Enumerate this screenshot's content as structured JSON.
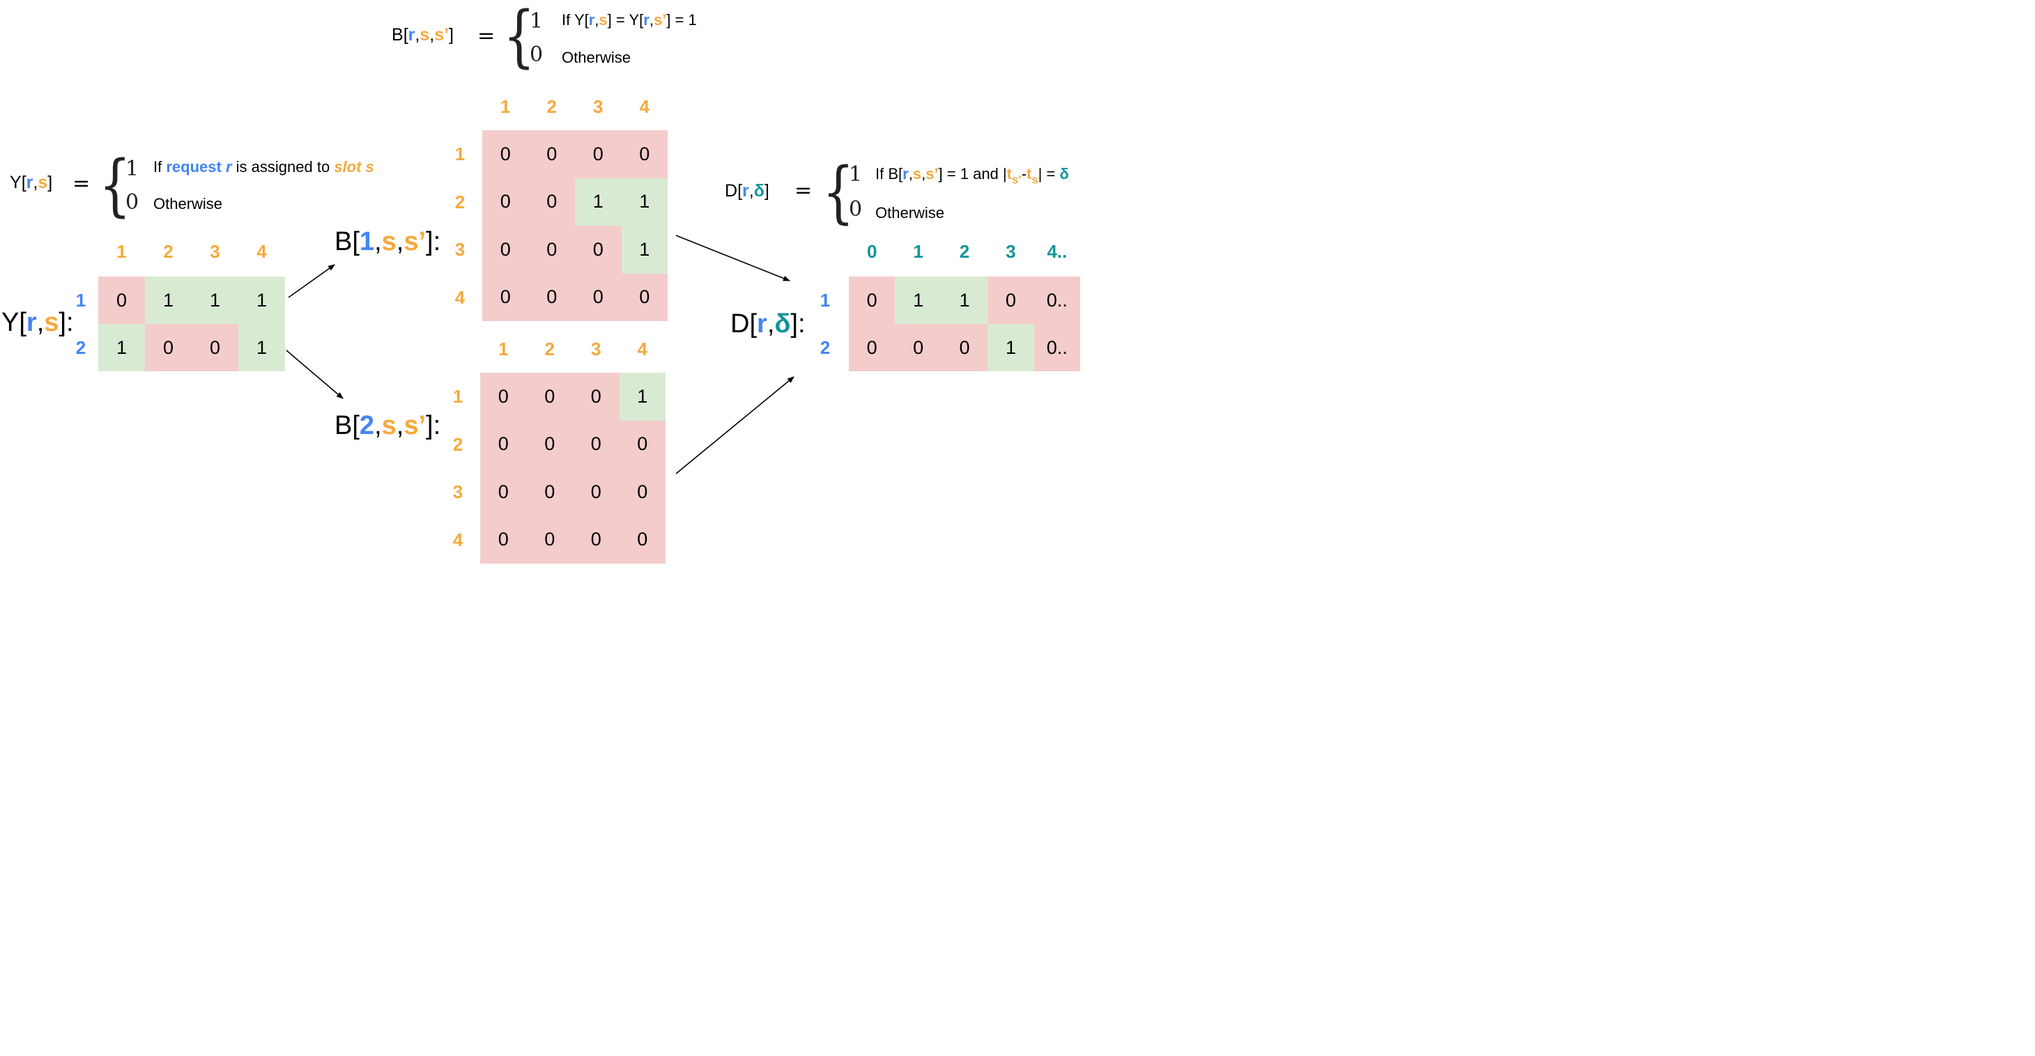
{
  "formula_B": {
    "lhs": {
      "name": "B",
      "open": "[",
      "r": "r",
      "s": "s",
      "sp": "s’",
      "close": "]",
      "comma": ","
    },
    "equals": "=",
    "case1": {
      "value": "1",
      "text_pre": "If Y[",
      "r": "r",
      "comma": ",",
      "s": "s",
      "mid": "] = Y[",
      "sp": "s’",
      "post": "] = 1"
    },
    "case0": {
      "value": "0",
      "text": "Otherwise"
    }
  },
  "formula_Y": {
    "lhs": {
      "name": "Y",
      "open": "[",
      "r": "r",
      "s": "s",
      "close": "]",
      "comma": ","
    },
    "equals": "=",
    "case1": {
      "value": "1",
      "if": "If",
      "request": "request",
      "r": "r",
      "mid": "is assigned to",
      "slot": "slot s"
    },
    "case0": {
      "value": "0",
      "text": "Otherwise"
    }
  },
  "formula_D": {
    "lhs": {
      "name": "D",
      "open": "[",
      "r": "r",
      "delta": "δ",
      "close": "]",
      "comma": ","
    },
    "equals": "=",
    "case1": {
      "value": "1",
      "text_pre": "If B[",
      "r": "r",
      "comma": ",",
      "s": "s",
      "sp": "s’",
      "mid": "] = 1 and |",
      "t1": "t",
      "t1_sub": "s’",
      "minus": "-",
      "t2": "t",
      "t2_sub": "s",
      "post": "| = ",
      "delta": "δ"
    },
    "case0": {
      "value": "0",
      "text": "Otherwise"
    }
  },
  "matrix_Y": {
    "label": {
      "name": "Y",
      "open": "[",
      "r": "r",
      "comma": ",",
      "s": "s",
      "close": "]:"
    },
    "col_headers": [
      "1",
      "2",
      "3",
      "4"
    ],
    "row_headers": [
      "1",
      "2"
    ],
    "cells": [
      [
        "0",
        "1",
        "1",
        "1"
      ],
      [
        "1",
        "0",
        "0",
        "1"
      ]
    ],
    "highlight": [
      [
        "r",
        "g",
        "g",
        "g"
      ],
      [
        "g",
        "r",
        "r",
        "g"
      ]
    ]
  },
  "matrix_B1": {
    "label": {
      "name": "B",
      "open": "[",
      "idx": "1",
      "comma": ",",
      "s": "s",
      "sp": "s’",
      "close": "]:"
    },
    "col_headers": [
      "1",
      "2",
      "3",
      "4"
    ],
    "row_headers": [
      "1",
      "2",
      "3",
      "4"
    ],
    "cells": [
      [
        "0",
        "0",
        "0",
        "0"
      ],
      [
        "0",
        "0",
        "1",
        "1"
      ],
      [
        "0",
        "0",
        "0",
        "1"
      ],
      [
        "0",
        "0",
        "0",
        "0"
      ]
    ],
    "highlight": [
      [
        "r",
        "r",
        "r",
        "r"
      ],
      [
        "r",
        "r",
        "g",
        "g"
      ],
      [
        "r",
        "r",
        "r",
        "g"
      ],
      [
        "r",
        "r",
        "r",
        "r"
      ]
    ]
  },
  "matrix_B2": {
    "label": {
      "name": "B",
      "open": "[",
      "idx": "2",
      "comma": ",",
      "s": "s",
      "sp": "s’",
      "close": "]:"
    },
    "col_headers": [
      "1",
      "2",
      "3",
      "4"
    ],
    "row_headers": [
      "1",
      "2",
      "3",
      "4"
    ],
    "cells": [
      [
        "0",
        "0",
        "0",
        "1"
      ],
      [
        "0",
        "0",
        "0",
        "0"
      ],
      [
        "0",
        "0",
        "0",
        "0"
      ],
      [
        "0",
        "0",
        "0",
        "0"
      ]
    ],
    "highlight": [
      [
        "r",
        "r",
        "r",
        "g"
      ],
      [
        "r",
        "r",
        "r",
        "r"
      ],
      [
        "r",
        "r",
        "r",
        "r"
      ],
      [
        "r",
        "r",
        "r",
        "r"
      ]
    ]
  },
  "matrix_D": {
    "label": {
      "name": "D",
      "open": "[",
      "r": "r",
      "comma": ",",
      "delta": "δ",
      "close": "]:"
    },
    "col_headers": [
      "0",
      "1",
      "2",
      "3",
      "4.."
    ],
    "row_headers": [
      "1",
      "2"
    ],
    "cells": [
      [
        "0",
        "1",
        "1",
        "0",
        "0.."
      ],
      [
        "0",
        "0",
        "0",
        "1",
        "0.."
      ]
    ],
    "highlight": [
      [
        "r",
        "g",
        "g",
        "r",
        "r"
      ],
      [
        "r",
        "r",
        "r",
        "g",
        "r"
      ]
    ]
  },
  "colors": {
    "blue": "#4285f4",
    "orange": "#f6a93b",
    "teal": "#11959a",
    "green_cell": "#d9ead3",
    "red_cell": "#f4cccc"
  }
}
